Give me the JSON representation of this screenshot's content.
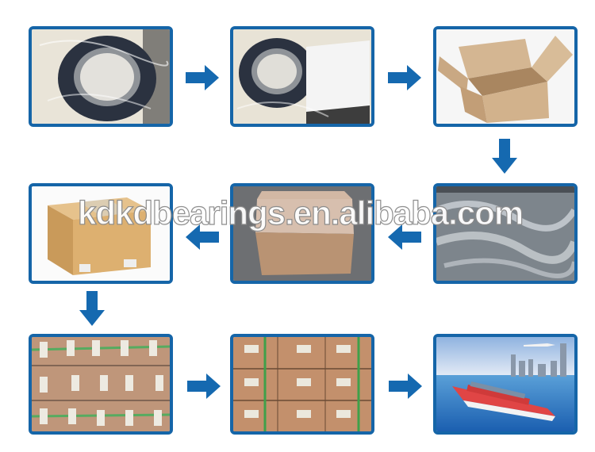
{
  "watermark": {
    "text": "kdkdbearings.en.alibaba.com"
  },
  "colors": {
    "frame_border": "#1565a8",
    "arrow": "#1569b0",
    "background": "#ffffff"
  },
  "steps": [
    {
      "index": 1,
      "label": "bearing in plastic bag",
      "icon": "bearing-image"
    },
    {
      "index": 2,
      "label": "bearing with white box",
      "icon": "bearing-box-image"
    },
    {
      "index": 3,
      "label": "open carton box",
      "icon": "open-carton-image"
    },
    {
      "index": 4,
      "label": "plastic wrap film",
      "icon": "plastic-wrap-image"
    },
    {
      "index": 5,
      "label": "closed carton",
      "icon": "closed-carton-image"
    },
    {
      "index": 6,
      "label": "taped carton box",
      "icon": "taped-carton-image"
    },
    {
      "index": 7,
      "label": "stacked cartons with strapping",
      "icon": "pallet-image"
    },
    {
      "index": 8,
      "label": "palletized cartons",
      "icon": "pallet-wrapped-image"
    },
    {
      "index": 9,
      "label": "container ship and airplane shipping",
      "icon": "shipping-image"
    }
  ],
  "arrows": [
    "right",
    "right",
    "down",
    "left",
    "left",
    "down",
    "right",
    "right"
  ]
}
